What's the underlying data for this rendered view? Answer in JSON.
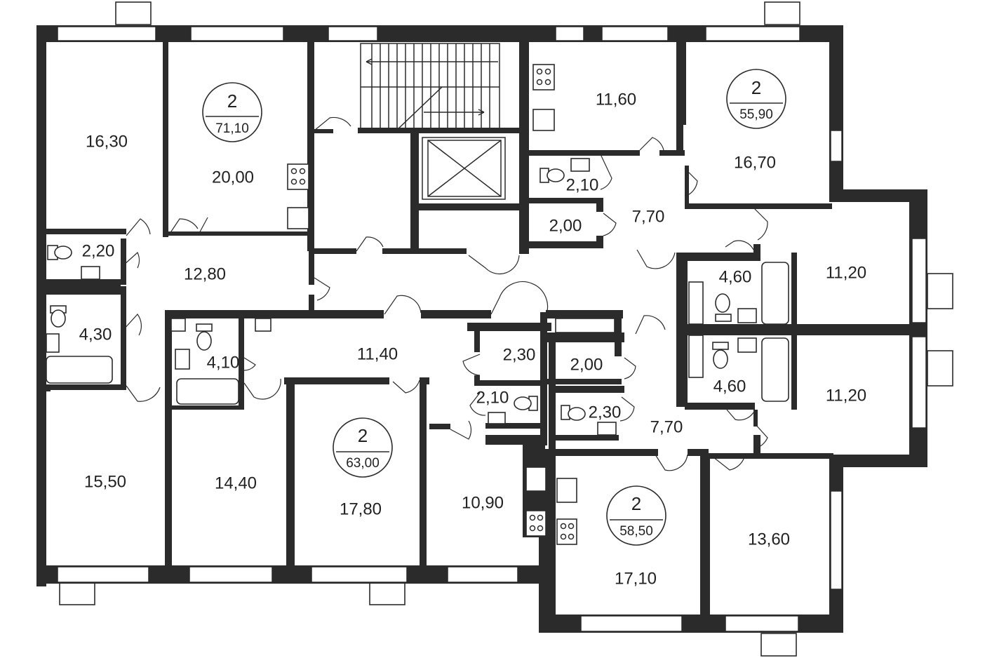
{
  "apartments": [
    {
      "id": "a1",
      "rooms": "2",
      "total_area": "71,10"
    },
    {
      "id": "a2",
      "rooms": "2",
      "total_area": "55,90"
    },
    {
      "id": "a3",
      "rooms": "2",
      "total_area": "63,00"
    },
    {
      "id": "a4",
      "rooms": "2",
      "total_area": "58,50"
    }
  ],
  "rooms": {
    "r01": "16,30",
    "r02": "20,00",
    "r03": "2,20",
    "r04": "12,80",
    "r05": "4,30",
    "r06": "15,50",
    "r07": "14,40",
    "r08": "4,10",
    "r09": "11,40",
    "r10": "17,80",
    "r11": "2,30",
    "r12": "2,10",
    "r13": "10,90",
    "r14": "11,60",
    "r15": "2,10",
    "r16": "2,00",
    "r17": "7,70",
    "r18": "16,70",
    "r19": "4,60",
    "r20": "11,20",
    "r21": "4,60",
    "r22": "11,20",
    "r23": "2,00",
    "r24": "2,30",
    "r25": "7,70",
    "r26": "17,10",
    "r27": "13,60"
  },
  "colors": {
    "wall": "#2b2b2b",
    "background": "#ffffff"
  }
}
